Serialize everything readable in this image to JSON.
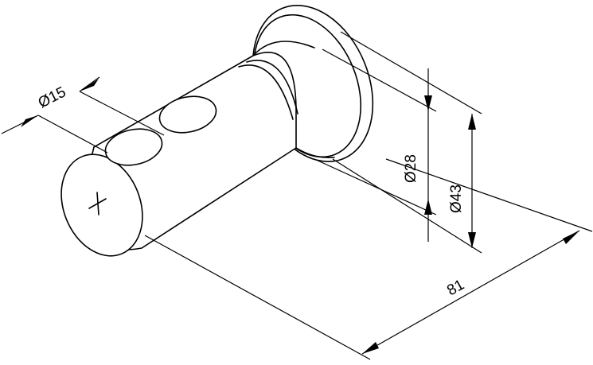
{
  "dimensions": {
    "d15": "Ø15",
    "d28": "Ø28",
    "d43": "Ø43",
    "length": "81"
  },
  "colors": {
    "line": "#000000",
    "background": "#ffffff"
  }
}
